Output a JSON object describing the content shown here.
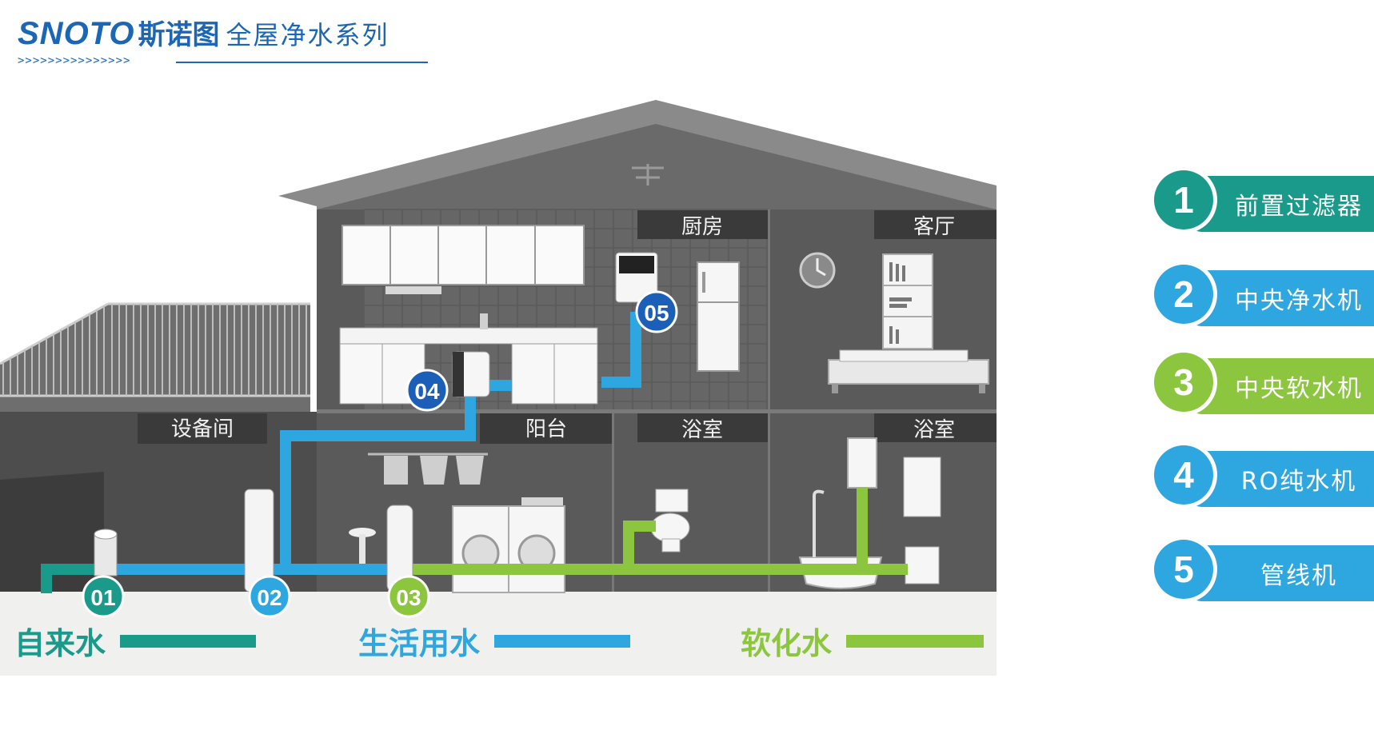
{
  "header": {
    "logo_text": "SNOTO",
    "brand_cn": "斯诺图",
    "series": "全屋净水系列",
    "arrows": ">>>>>>>>>>>>>>>"
  },
  "rooms": {
    "equipment": "设备间",
    "balcony": "阳台",
    "kitchen": "厨房",
    "living": "客厅",
    "bathroom_1": "浴室",
    "bathroom_2": "浴室"
  },
  "markers": {
    "m01": "01",
    "m02": "02",
    "m03": "03",
    "m04": "04",
    "m05": "05"
  },
  "legend": {
    "tap": {
      "label": "自来水",
      "color": "#1a9a8a"
    },
    "domestic": {
      "label": "生活用水",
      "color": "#2ea6e0"
    },
    "soft": {
      "label": "软化水",
      "color": "#8cc63f"
    }
  },
  "products": [
    {
      "num": "1",
      "label": "前置过滤器",
      "color": "#1a9a8a"
    },
    {
      "num": "2",
      "label": "中央净水机",
      "color": "#2ea6e0"
    },
    {
      "num": "3",
      "label": "中央软水机",
      "color": "#8cc63f"
    },
    {
      "num": "4",
      "label": "RO纯水机",
      "color": "#2ea6e0"
    },
    {
      "num": "5",
      "label": "管线机",
      "color": "#2ea6e0"
    }
  ],
  "icons": [
    "water-drop-icon",
    "cabinet-icon",
    "fridge-icon",
    "clock-icon",
    "bookshelf-icon",
    "sofa-icon",
    "washing-machine-icon",
    "toilet-icon",
    "bathtub-icon",
    "water-heater-icon",
    "sink-icon",
    "clothes-icon"
  ]
}
